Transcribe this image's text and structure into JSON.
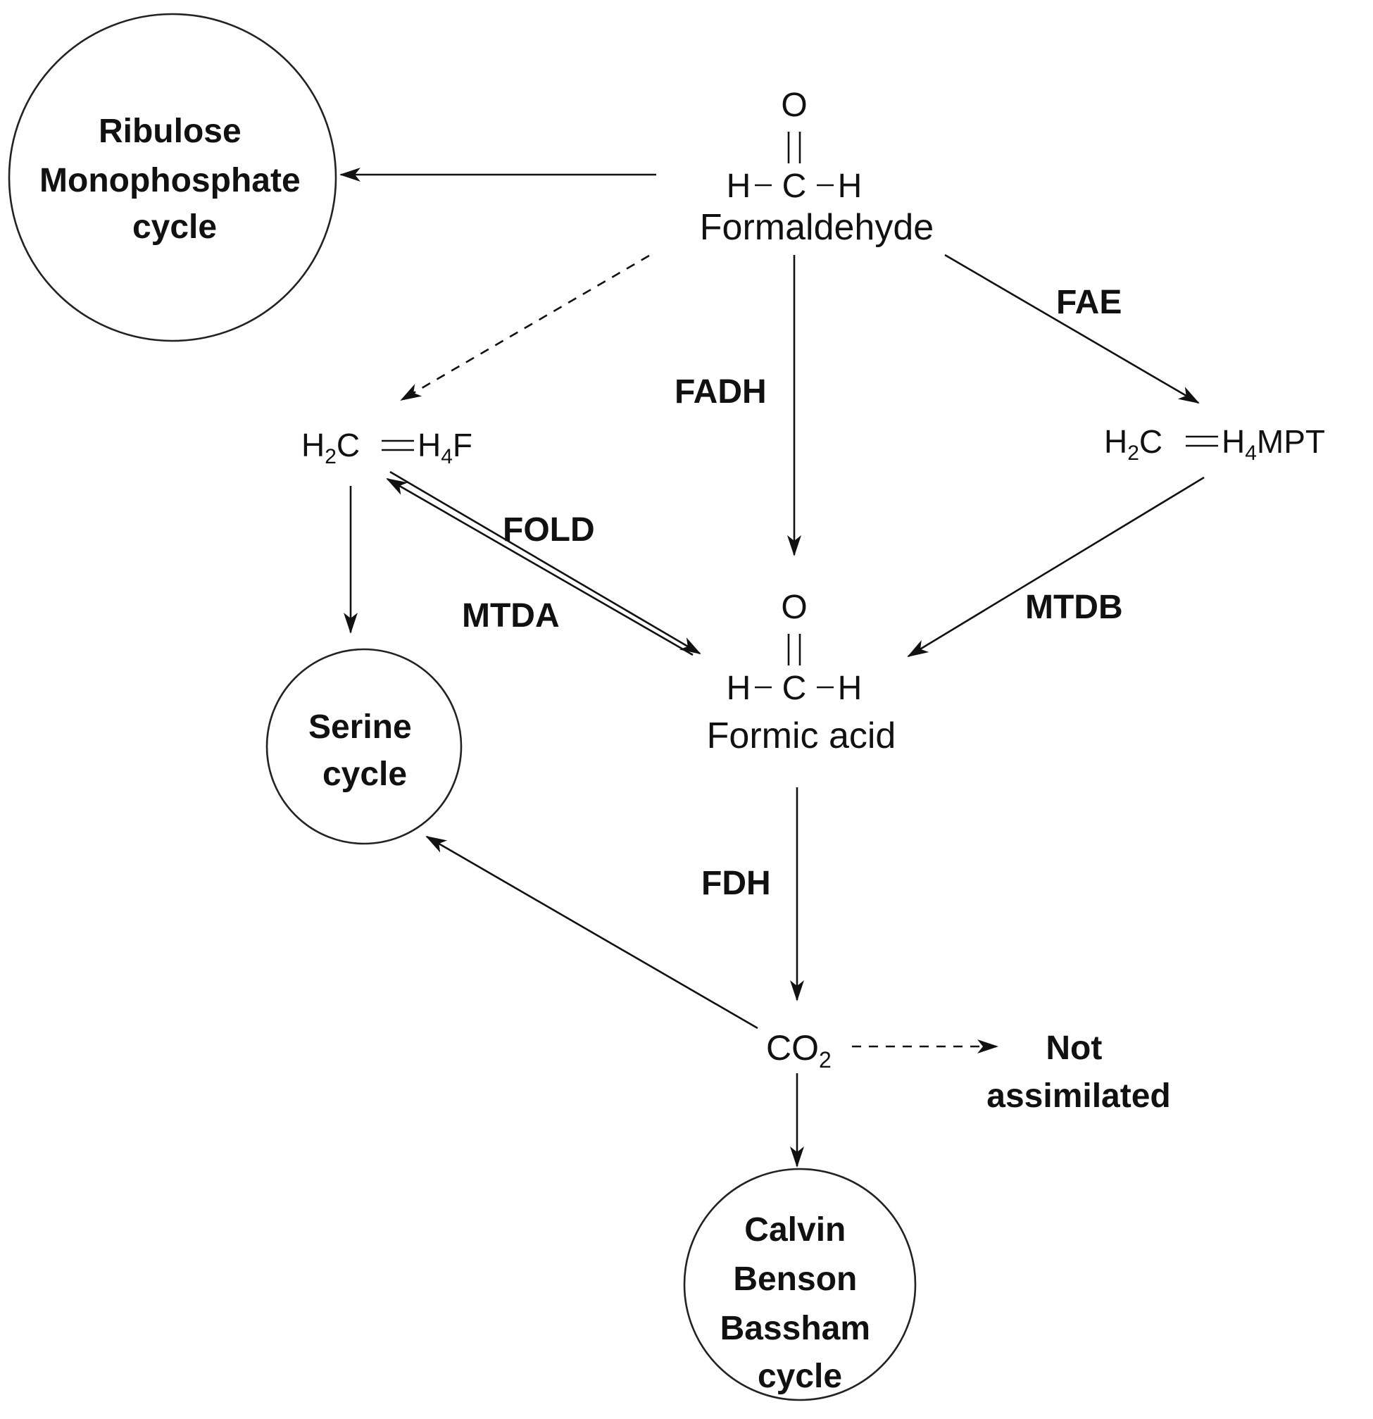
{
  "cycles": {
    "rump": [
      "Ribulose",
      "Monophosphate",
      "cycle"
    ],
    "serine": [
      "Serine",
      "cycle"
    ],
    "cbb": [
      "Calvin",
      "Benson",
      "Bassham",
      "cycle"
    ]
  },
  "compounds": {
    "formaldehyde": {
      "name": "Formaldehyde",
      "o": "O",
      "h": "H",
      "c": "C"
    },
    "formic_acid": {
      "name": "Formic acid",
      "o": "O",
      "h": "H",
      "c": "C"
    },
    "h4f": {
      "h2c": "H",
      "h2c_sub": "2",
      "h2c_c": "C",
      "rhs": "H",
      "rhs_sub": "4",
      "rhs_tail": "F"
    },
    "h4mpt": {
      "h2c": "H",
      "h2c_sub": "2",
      "h2c_c": "C",
      "rhs": "H",
      "rhs_sub": "4",
      "rhs_tail": "MPT"
    },
    "co2": {
      "main": "CO",
      "sub": "2"
    }
  },
  "enzymes": {
    "fae": "FAE",
    "fadh": "FADH",
    "fold": "FOLD",
    "mtda": "MTDA",
    "mtdb": "MTDB",
    "fdh": "FDH"
  },
  "fate": [
    "Not",
    "assimilated"
  ]
}
